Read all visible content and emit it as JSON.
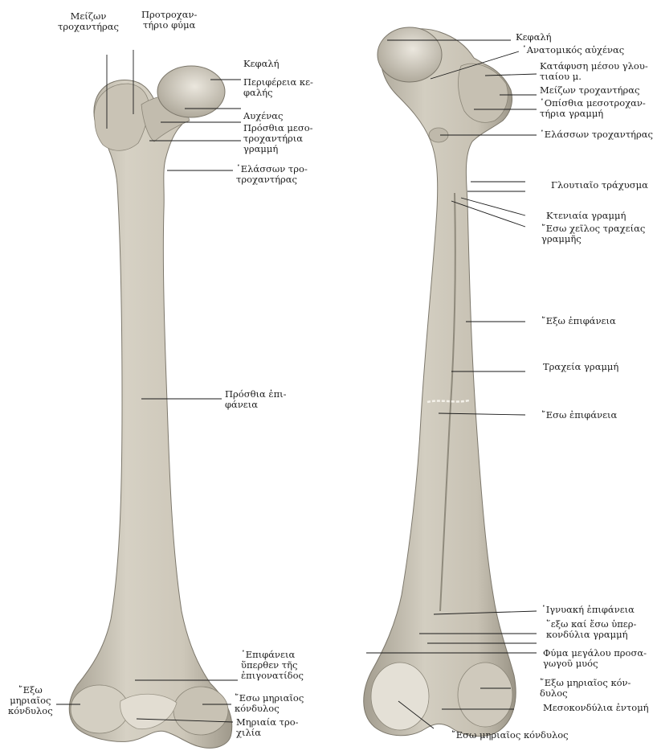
{
  "figure": {
    "anterior_view": {
      "labels": [
        {
          "id": "greater-trochanter",
          "text": "Μείζων\nτροχαντήρας"
        },
        {
          "id": "pretrochanteric-tubercle",
          "text": "Προτροχαν-\nτήριο φύμα"
        },
        {
          "id": "head",
          "text": "Κεφαλή"
        },
        {
          "id": "head-periphery",
          "text": "Περιφέρεια κε-\nφαλής"
        },
        {
          "id": "neck",
          "text": "Αυχένας"
        },
        {
          "id": "intertrochanteric-line",
          "text": "Πρόσθια μεσο-\nτροχαντήρια\nγραμμή"
        },
        {
          "id": "lesser-trochanter",
          "text": "῾Ελάσσων τρο-\nτροχαντήρας"
        },
        {
          "id": "anterior-surface",
          "text": "Πρόσθια ἐπι-\nφάνεια"
        },
        {
          "id": "patellar-surface",
          "text": "῾Επιφάνεια\nὕπερθεν τῆς\nἐπιγονατίδος"
        },
        {
          "id": "lateral-condyle",
          "text": "῎Εξω\nμηριαῖος\nκόνδυλος"
        },
        {
          "id": "medial-condyle",
          "text": "῎Εσω μηριαῖος\nκόνδυλος"
        },
        {
          "id": "femoral-trochlea",
          "text": "Μηριαία τρο-\nχιλία"
        }
      ]
    },
    "posterior_view": {
      "labels": [
        {
          "id": "head",
          "text": "Κεφαλή"
        },
        {
          "id": "anatomical-neck",
          "text": "῾Ανατομικός αὐχένας"
        },
        {
          "id": "gluteus-medius-insertion",
          "text": "Κατάφυση μέσου γλου-\nτιαίου μ."
        },
        {
          "id": "greater-trochanter",
          "text": "Μείζων τροχαντήρας"
        },
        {
          "id": "intertrochanteric-crest",
          "text": "῾Οπίσθια μεσοτροχαν-\nτήρια γραμμή"
        },
        {
          "id": "lesser-trochanter",
          "text": "῾Ελάσσων τροχαντήρας"
        },
        {
          "id": "gluteal-tuberosity",
          "text": "Γλουτιαῖο τράχυσμα"
        },
        {
          "id": "pectineal-line",
          "text": "Κτενιαία γραμμή"
        },
        {
          "id": "medial-lip-linea-aspera",
          "text": "῎Εσω χεῖλος τραχείας\nγραμμῆς"
        },
        {
          "id": "lateral-surface",
          "text": "῎Εξω ἐπιφάνεια"
        },
        {
          "id": "linea-aspera",
          "text": "Τραχεία γραμμή"
        },
        {
          "id": "medial-surface",
          "text": "῎Εσω ἐπιφάνεια"
        },
        {
          "id": "popliteal-surface",
          "text": "῾Ιγνυακή ἐπιφάνεια"
        },
        {
          "id": "supracondylar-lines",
          "text": "῞εξω καί ἔσω ὑπερ-\nκονδύλια γραμμή"
        },
        {
          "id": "adductor-tubercle",
          "text": "Φύμα μεγάλου προσα-\nγωγοῦ μυός"
        },
        {
          "id": "lateral-condyle",
          "text": "῎Εξω μηριαῖος κόν-\nδυλος"
        },
        {
          "id": "intercondylar-notch",
          "text": "Μεσοκονδύλια ἐντομή"
        },
        {
          "id": "medial-condyle",
          "text": "῎Εσω μηριαῖος κόνδυλος"
        }
      ]
    }
  },
  "colors": {
    "bone_fill": "#d9d4c8",
    "bone_shade": "#b9b3a5",
    "bone_light": "#ece8df",
    "leader": "#1a1a1a"
  }
}
